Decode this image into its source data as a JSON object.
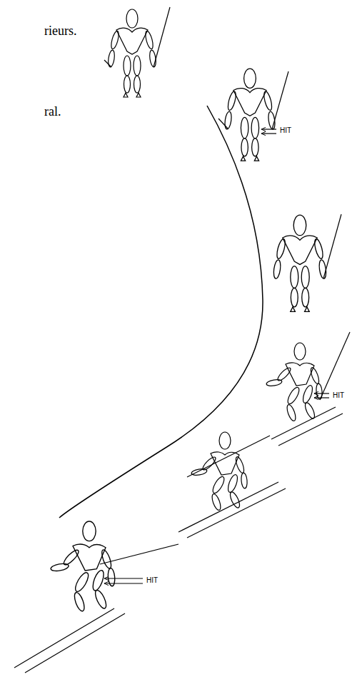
{
  "diagram": {
    "labels": [
      "rieurs.",
      "ral.",
      "HIT",
      "HIT",
      "HIT"
    ]
  }
}
